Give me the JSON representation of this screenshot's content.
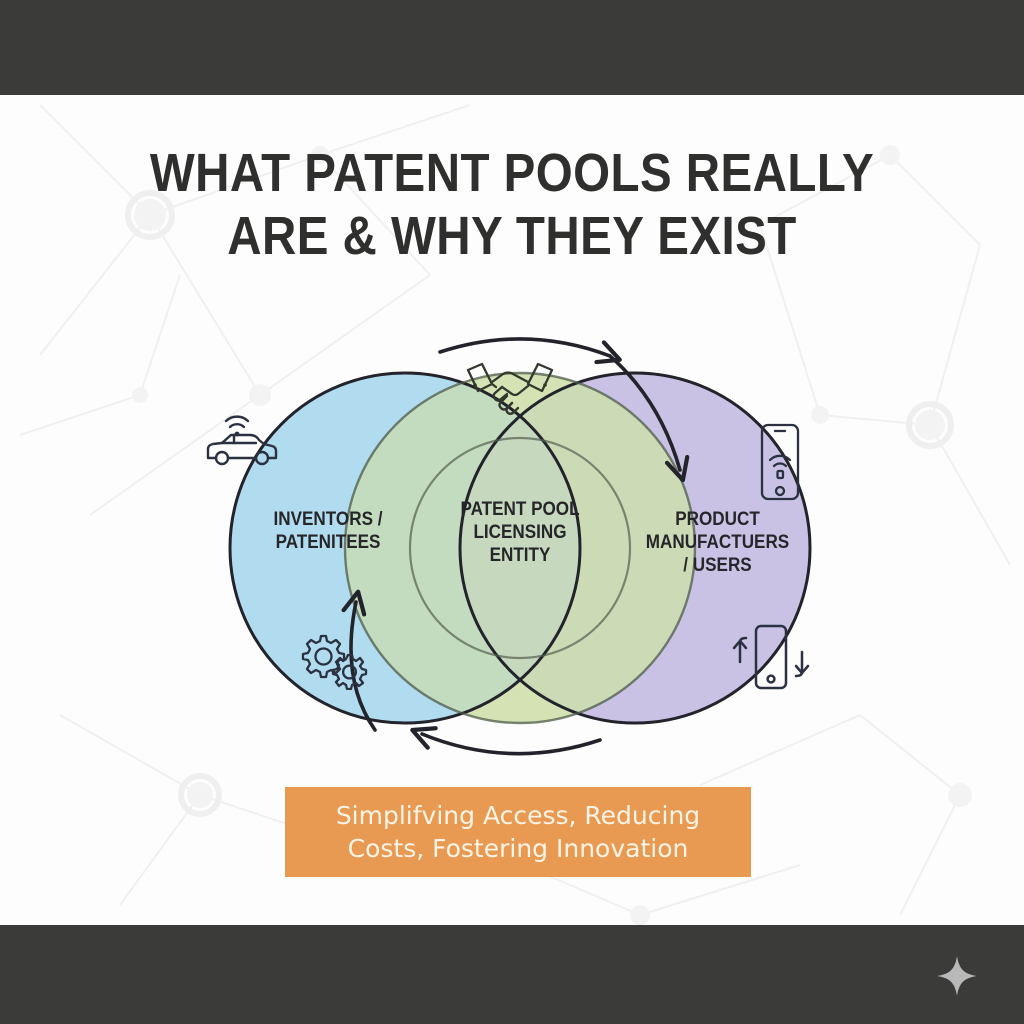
{
  "poster": {
    "background_color": "#fdfdfd",
    "bar_color": "#3b3b39",
    "accent_orange": "#e89a53"
  },
  "title": {
    "line1": "WHAT PATENT POOLS REALLY",
    "line2": "ARE & WHY THEY EXIST"
  },
  "diagram": {
    "type": "venn-cycle",
    "circles": [
      {
        "id": "left",
        "label_line1": "INVENTORS /",
        "label_line2": "PATENITEES",
        "fill_color": "#addaee"
      },
      {
        "id": "center",
        "label_line1": "PATENT POOL",
        "label_line2": "LICENSING",
        "label_line3": "ENTITY",
        "fill_color": "#cfdfaa"
      },
      {
        "id": "right",
        "label_line1": "PRODUCT",
        "label_line2": "MANUFACTUERS",
        "label_line3": "/ USERS",
        "fill_color": "#c6bfe4"
      }
    ],
    "arrows": [
      {
        "id": "top-arrow",
        "direction": "left-to-right"
      },
      {
        "id": "bottom-arrow",
        "direction": "right-to-left"
      }
    ],
    "icons": [
      {
        "name": "connected-car-icon",
        "position": "upper-left"
      },
      {
        "name": "gears-icon",
        "position": "lower-left"
      },
      {
        "name": "handshake-icon",
        "position": "top-center"
      },
      {
        "name": "smartphone-wifi-icon",
        "position": "upper-right"
      },
      {
        "name": "device-sync-icon",
        "position": "lower-right"
      }
    ]
  },
  "banner": {
    "line1": "Simplifving Access, Reducing",
    "line2": "Costs, Fostering Innovation",
    "background_color": "#e89a53",
    "text_color": "#fdf4e6"
  },
  "footer": {
    "sparkle_icon": "four-point-star-icon"
  }
}
